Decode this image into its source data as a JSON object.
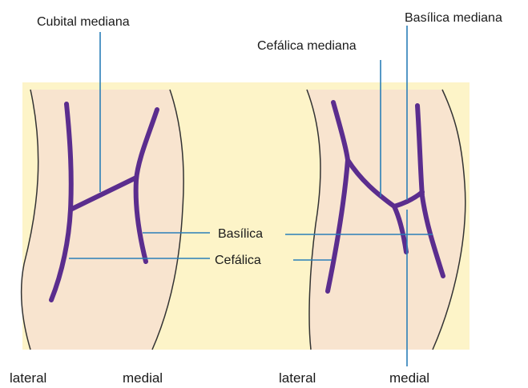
{
  "labels": {
    "cubital_mediana": "Cubital mediana",
    "basilica_mediana": "Basílica mediana",
    "cefalica_mediana": "Cefálica mediana",
    "basilica": "Basílica",
    "cefalica": "Cefálica",
    "left_lateral": "lateral",
    "left_medial": "medial",
    "right_lateral": "lateral",
    "right_medial": "medial"
  },
  "colors": {
    "background_panel": "#fdf4c8",
    "skin": "#f8e4cf",
    "vein": "#5b2d8e",
    "leader_line": "#2a7fb8",
    "outline": "#333333"
  }
}
